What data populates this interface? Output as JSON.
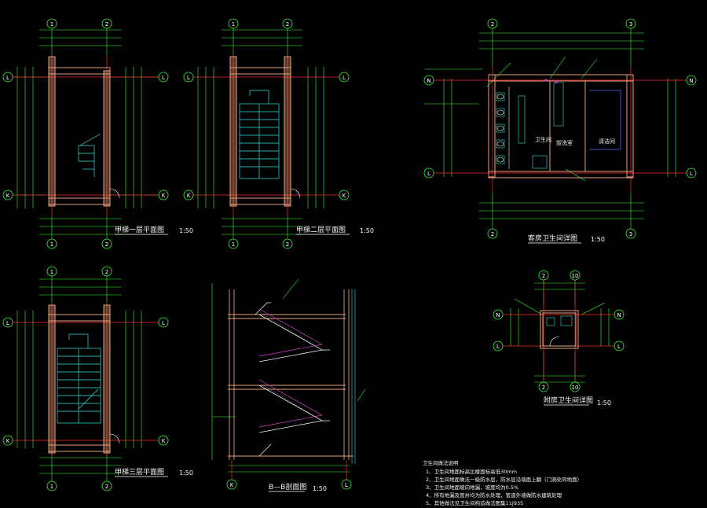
{
  "colors": {
    "background": "#000000",
    "wall": "#e8a07c",
    "axis": "#ff2a2a",
    "dimension": "#33ff33",
    "stair": "#35e3e3",
    "handrail": "#d040d0",
    "leader": "#33ff33",
    "text": "#ffffff"
  },
  "drawings": {
    "stair_a": {
      "title": "甲梯一层平面图",
      "scale": "1:50",
      "grid_top": [
        "1",
        "2"
      ],
      "grid_side": [
        "L",
        "K"
      ]
    },
    "stair_b": {
      "title": "甲梯二层平面图",
      "scale": "1:50",
      "grid_top": [
        "1",
        "2"
      ],
      "grid_side": [
        "L",
        "K"
      ]
    },
    "stair_c": {
      "title": "甲梯三层平面图",
      "scale": "1:50",
      "grid_top": [
        "1",
        "2"
      ],
      "grid_side": [
        "L",
        "K"
      ]
    },
    "toilet_plan": {
      "title": "客房卫生间详图",
      "scale": "1:50",
      "grid_top": [
        "2",
        "3"
      ],
      "grid_side": [
        "N",
        "L"
      ],
      "rooms": [
        "卫生间",
        "盥洗室",
        "清洁间"
      ]
    },
    "section": {
      "title": "B—B剖面图",
      "scale": "1:50",
      "grid_bottom": [
        "K",
        "L"
      ]
    },
    "small_toilet": {
      "title": "附房卫生间详图",
      "scale": "1:50",
      "grid_top": [
        "2",
        "10"
      ],
      "grid_side": [
        "N",
        "L"
      ]
    }
  },
  "notes": {
    "heading": "卫生间做法说明",
    "items": [
      "1、卫生间地面标高比楼面标高低30mm",
      "2、卫生间地面做法一级防水层，防水层沿墙面上翻（门洞处同地面）",
      "3、卫生间地面坡向地漏，坡度均为0.5%",
      "4、所有地漏及管井均为防水处理，管道外墙做防水建筑处理",
      "5、其他做法见卫生间构造做法图集11J935"
    ]
  }
}
